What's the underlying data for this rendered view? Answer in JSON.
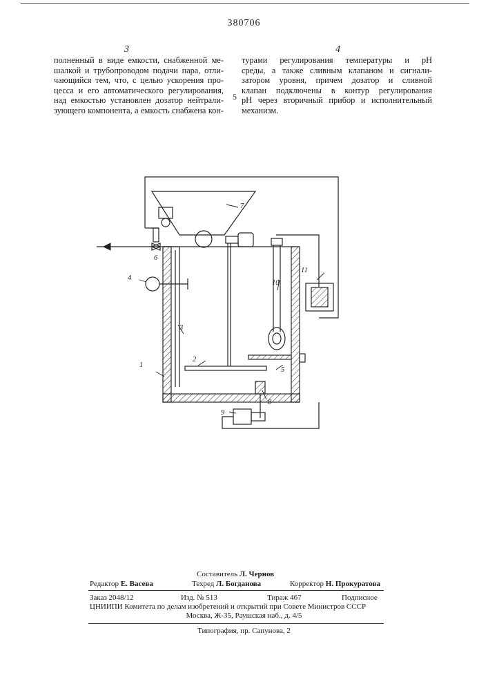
{
  "header": {
    "patent_number": "380706",
    "left_column_number": "3",
    "right_column_number": "4",
    "line_marker": "5"
  },
  "left_column": [
    "полненный в виде емкости, снабженной ме-",
    "шалкой и трубопроводом подачи пара, отли-",
    "чающийся тем, что, с целью ускорения про-",
    "цесса и его автоматического регулирования,",
    "над емкостью установлен дозатор нейтрали-",
    "зующего компонента, а емкость снабжена кон-"
  ],
  "right_column": [
    "турами регулирования температуры и рН",
    "среды, а также сливным клапаном и сигнали-",
    "затором уровня, причем дозатор и сливной",
    "клапан подключены в контур регулирования",
    "рН через вторичный прибор и исполнительный",
    "механизм."
  ],
  "figure": {
    "labels": [
      "1",
      "2",
      "3",
      "4",
      "5",
      "6",
      "7",
      "8",
      "9",
      "10",
      "11"
    ]
  },
  "footer": {
    "editor_label": "Редактор",
    "editor_name": "Е. Васева",
    "compiler_label": "Составитель",
    "compiler_name": "Л. Чернов",
    "techred_label": "Техред",
    "techred_name": "Л. Богданова",
    "corrector_label": "Корректор",
    "corrector_name": "Н. Прокуратова",
    "order": "Заказ 2048/12",
    "izd": "Изд. № 513",
    "tirazh": "Тираж 467",
    "podpisnoe": "Подписное",
    "org_line": "ЦНИИПИ Комитета по делам изобретений и открытий при Совете Министров СССР",
    "address": "Москва, Ж-35, Раушская наб., д. 4/5",
    "typography": "Типография, пр. Сапунова, 2"
  }
}
